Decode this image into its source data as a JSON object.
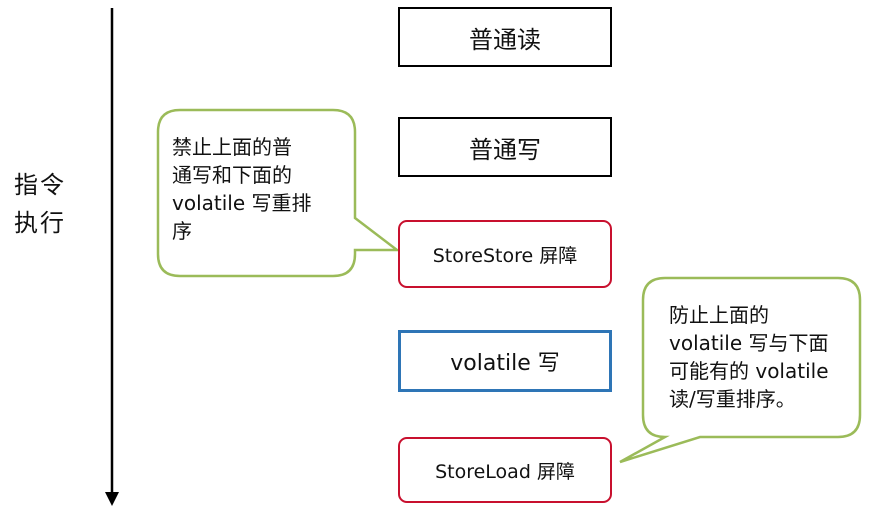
{
  "axis": {
    "label_line1": "指令",
    "label_line2": "执行"
  },
  "steps": [
    {
      "label": "普通读",
      "kind": "instruction"
    },
    {
      "label": "普通写",
      "kind": "instruction"
    },
    {
      "label": "StoreStore 屏障",
      "kind": "barrier"
    },
    {
      "label": "volatile 写",
      "kind": "volatile-op"
    },
    {
      "label": "StoreLoad 屏障",
      "kind": "barrier"
    }
  ],
  "callouts": {
    "storestore": {
      "lines": [
        "禁止上面的普",
        "通写和下面的",
        "volatile 写重排",
        "序"
      ]
    },
    "storeload": {
      "lines": [
        "防止上面的",
        "volatile 写与下面",
        "可能有的 volatile",
        "读/写重排序。"
      ]
    }
  },
  "colors": {
    "instruction_border": "#000000",
    "barrier_border": "#c8102e",
    "volatile_border": "#2e75b6",
    "callout_fill": "#ffffff",
    "callout_border": "#9bbb59"
  }
}
